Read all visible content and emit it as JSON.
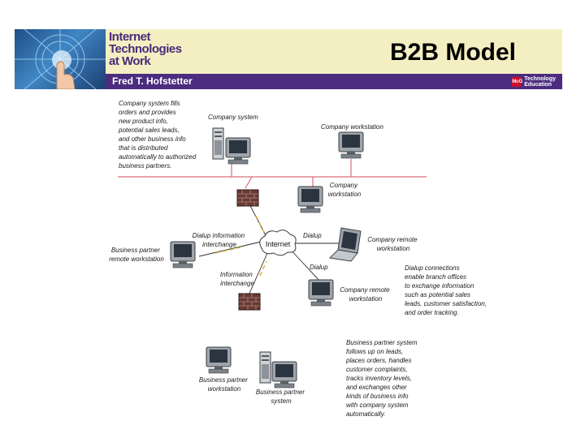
{
  "banner": {
    "book_title": [
      "Internet",
      "Technologies",
      "at Work"
    ],
    "author": "Fred T. Hofstetter",
    "publisher_logo": "Mc Graw Hill",
    "publisher": [
      "Technology",
      "Education"
    ]
  },
  "slide_title": "B2B Model",
  "diagram": {
    "company_system_note": [
      "Company system fills",
      "orders and provides",
      "new product info,",
      "potential sales leads,",
      "and other business info",
      "that is distributed",
      "automatically to authorized",
      "business partners."
    ],
    "company_system_label": "Company system",
    "company_workstation_top": "Company workstation",
    "company_workstation_mid": [
      "Company",
      "workstation"
    ],
    "internet_label": "Internet",
    "dialup_info_exchange": [
      "Dialup information",
      "interchange"
    ],
    "dialup_top": "Dialup",
    "dialup_bottom": "Dialup",
    "company_remote_workstation_right": [
      "Company remote",
      "workstation"
    ],
    "company_remote_workstation_bottom": [
      "Company remote",
      "workstation"
    ],
    "business_partner_remote_workstation": [
      "Business partner",
      "remote workstation"
    ],
    "information_interchange": [
      "Information",
      "interchange"
    ],
    "dialup_note": [
      "Dialup connections",
      "enable branch offices",
      "to exchange information",
      "such as potential sales",
      "leads, customer satisfaction,",
      "and order tracking."
    ],
    "business_partner_workstation": [
      "Business partner",
      "workstation"
    ],
    "business_partner_system": [
      "Business partner",
      "system"
    ],
    "business_partner_note": [
      "Business partner system",
      "follows up on leads,",
      "places orders, handles",
      "customer complaints,",
      "tracks inventory levels,",
      "and exchanges other",
      "kinds of business info",
      "with company system",
      "automatically."
    ]
  }
}
